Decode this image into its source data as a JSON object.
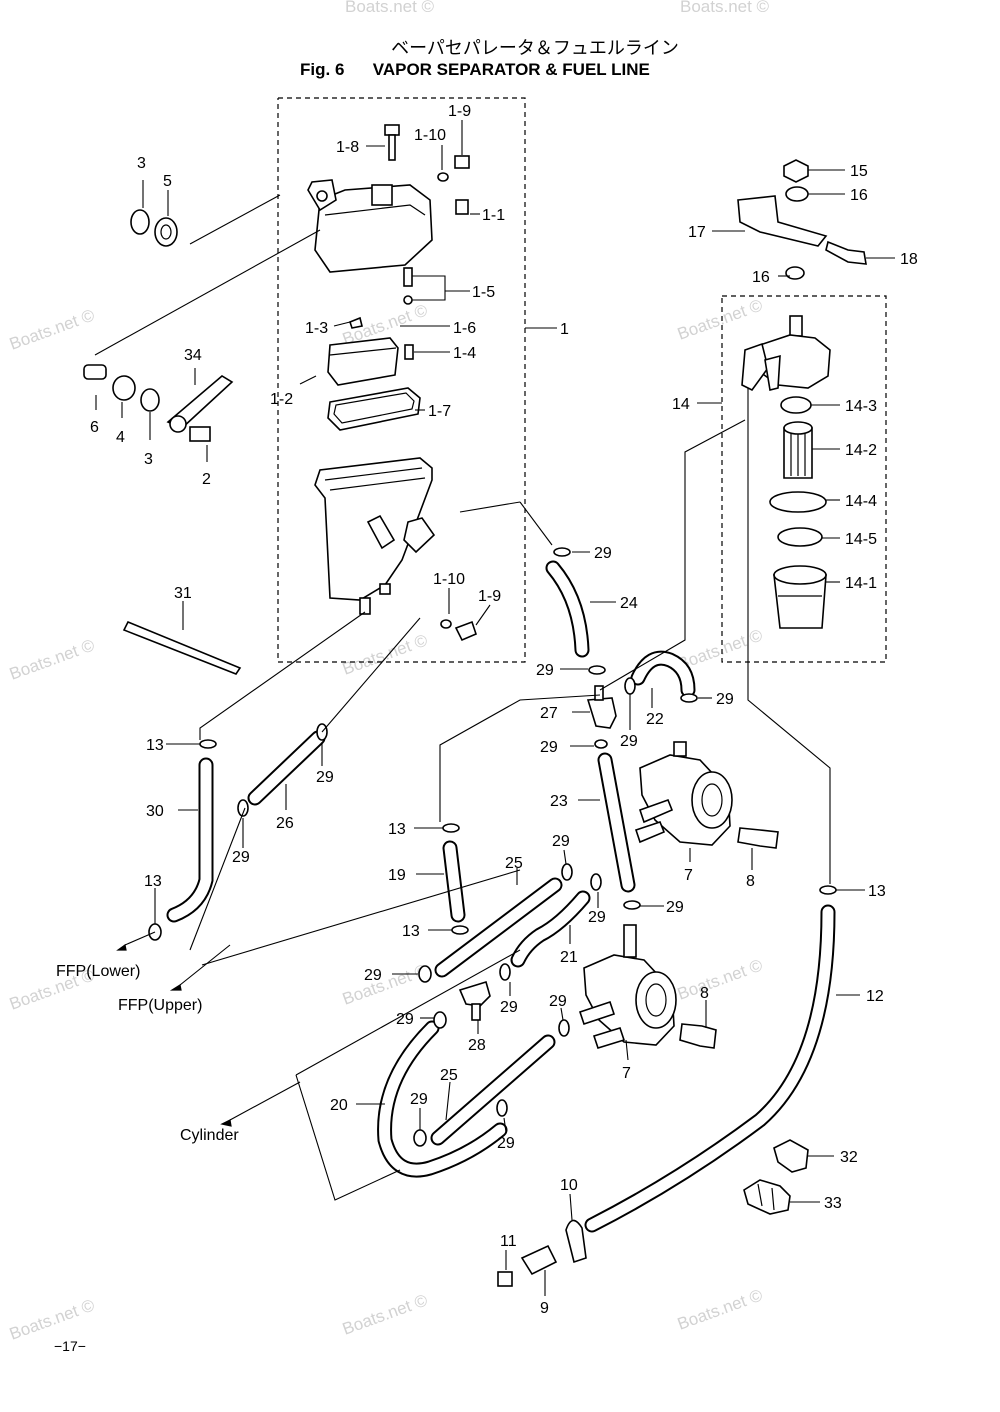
{
  "header": {
    "title_jp": "ベーパセパレータ＆フュエルライン",
    "fig_label": "Fig. 6",
    "title_en": "VAPOR SEPARATOR & FUEL LINE"
  },
  "footer": {
    "page_number": "−17−"
  },
  "watermark": "Boats.net ©",
  "callouts": {
    "c1": "1",
    "c1_1": "1-1",
    "c1_2": "1-2",
    "c1_3": "1-3",
    "c1_4": "1-4",
    "c1_5": "1-5",
    "c1_6": "1-6",
    "c1_7": "1-7",
    "c1_8": "1-8",
    "c1_9": "1-9",
    "c1_10": "1-10",
    "c2": "2",
    "c3": "3",
    "c4": "4",
    "c5": "5",
    "c6": "6",
    "c7": "7",
    "c8": "8",
    "c9": "9",
    "c10": "10",
    "c11": "11",
    "c12": "12",
    "c13": "13",
    "c14": "14",
    "c14_1": "14-1",
    "c14_2": "14-2",
    "c14_3": "14-3",
    "c14_4": "14-4",
    "c14_5": "14-5",
    "c15": "15",
    "c16": "16",
    "c17": "17",
    "c18": "18",
    "c19": "19",
    "c20": "20",
    "c21": "21",
    "c22": "22",
    "c23": "23",
    "c24": "24",
    "c25": "25",
    "c26": "26",
    "c27": "27",
    "c28": "28",
    "c29": "29",
    "c30": "30",
    "c31": "31",
    "c32": "32",
    "c33": "33",
    "c34": "34"
  },
  "destinations": {
    "ffp_lower": "FFP(Lower)",
    "ffp_upper": "FFP(Upper)",
    "cylinder": "Cylinder"
  }
}
